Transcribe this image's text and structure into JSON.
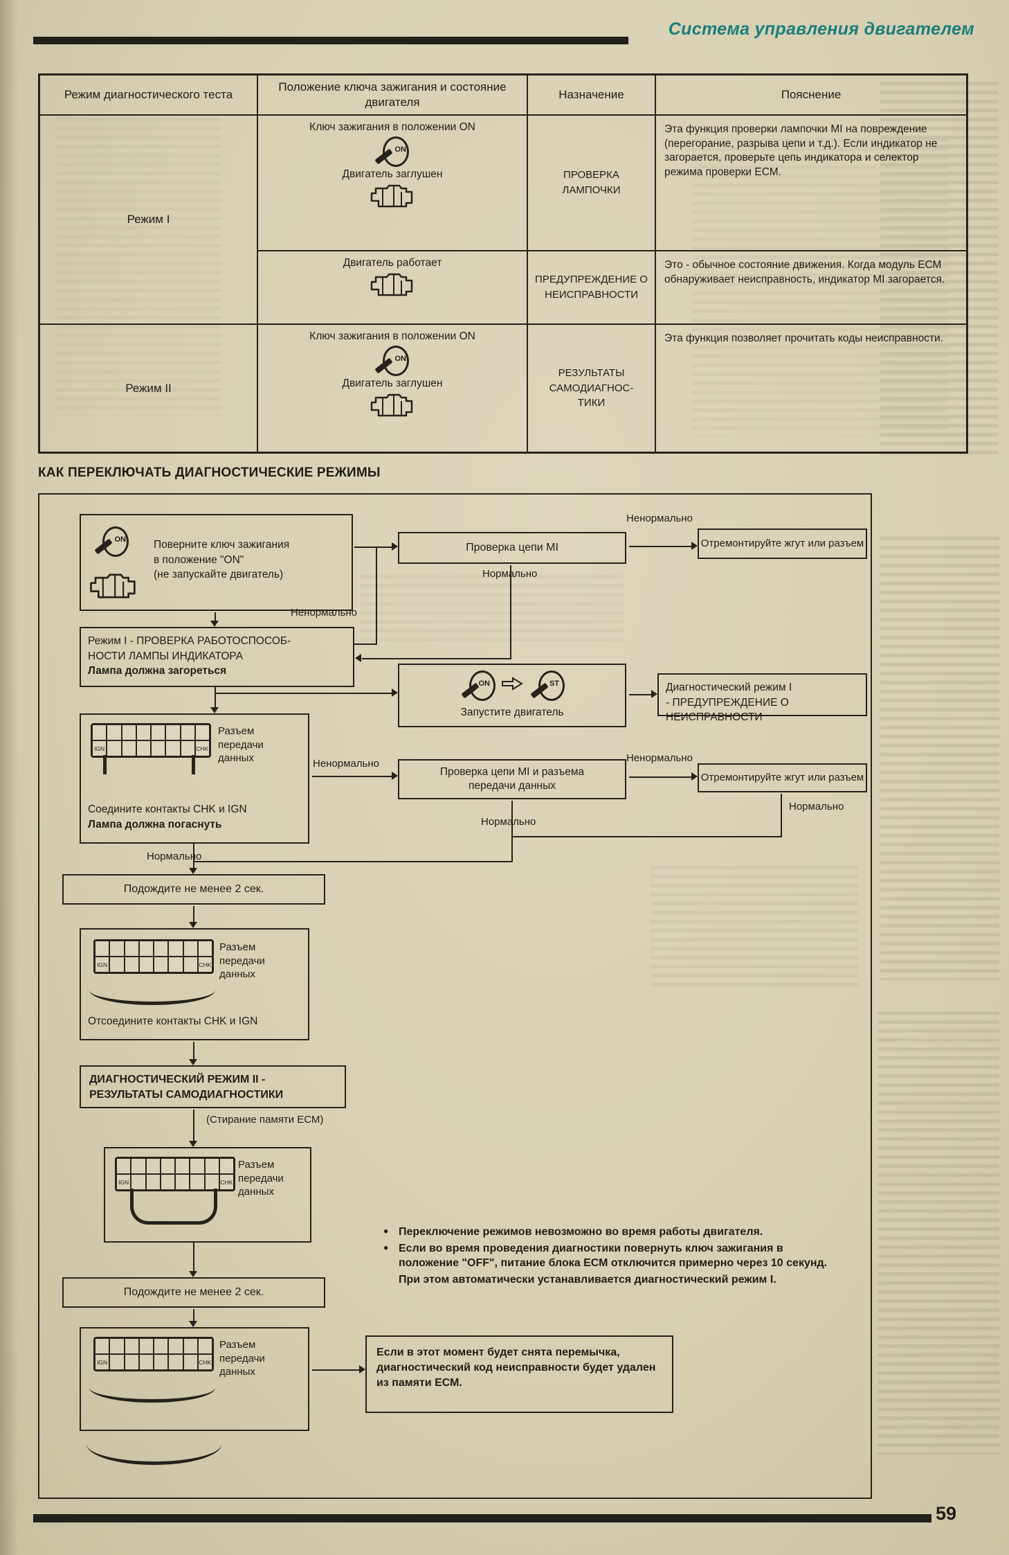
{
  "icons": {
    "key_on": "ON",
    "key_st": "ST",
    "bullet": "●"
  },
  "page": {
    "section_title": "Система управления двигателем",
    "page_number": "59",
    "chart_heading": "КАК ПЕРЕКЛЮЧАТЬ ДИАГНОСТИЧЕСКИЕ РЕЖИМЫ"
  },
  "table": {
    "headers": [
      "Режим диагностического теста",
      "Положение ключа зажигания и состояние двигателя",
      "Назначение",
      "Пояснение"
    ],
    "mode1": {
      "label": "Режим I",
      "key_on": "Ключ зажигания в положении ON",
      "engine_off": "Двигатель заглушен",
      "purpose1": "ПРОВЕРКА ЛАМПОЧКИ",
      "explain1": "Эта функция проверки лампочки MI на повреждение (перегорание, разрыва цепи и т.д.). Если индикатор не загорается, проверьте цепь индикатора и селектор режима проверки ЕСМ.",
      "engine_on": "Двигатель работает",
      "purpose2": "ПРЕДУПРЕЖДЕНИЕ О НЕИСПРАВНОСТИ",
      "explain2": "Это - обычное состояние движения. Когда модуль ЕСМ обнаруживает неисправность, индикатор MI загорается."
    },
    "mode2": {
      "label": "Режим II",
      "key_on": "Ключ зажигания в положении ON",
      "engine_off": "Двигатель заглушен",
      "purpose": "РЕЗУЛЬТАТЫ САМОДИАГНОС- ТИКИ",
      "explain": "Эта функция позволяет прочитать коды неисправности."
    }
  },
  "flowchart": {
    "labels": {
      "abnormal": "Ненормально",
      "normal": "Нормально"
    },
    "pins": {
      "ign": "IGN",
      "chk": "CHK"
    },
    "dlc_caption": "Разъем передачи данных",
    "start": {
      "l1": "Поверните ключ зажигания",
      "l2": "в положение \"ON\"",
      "l3": "(не запускайте двигатель)"
    },
    "mi_check": "Проверка цепи MI",
    "repair": "Отремонтируйте жгут или разъем",
    "mode1": {
      "l1": "Режим I - ПРОВЕРКА РАБОТОСПОСОБ-",
      "l2": "НОСТИ ЛАМПЫ ИНДИКАТОРА",
      "bold": "Лампа должна загореться"
    },
    "start_engine": "Запустите двигатель",
    "diag1": {
      "l1": "Диагностический режим I",
      "l2": "- ПРЕДУПРЕЖДЕНИЕ О НЕИСПРАВНОСТИ"
    },
    "connect": {
      "text": "Соедините контакты CHK и IGN",
      "bold": "Лампа должна погаснуть"
    },
    "mi_dlc": {
      "l1": "Проверка цепи MI и разъема",
      "l2": "передачи данных"
    },
    "wait": "Подождите не менее 2 сек.",
    "disconnect": "Отсоедините контакты CHK и IGN",
    "mode2": {
      "l1": "ДИАГНОСТИЧЕСКИЙ РЕЖИМ II -",
      "l2": "РЕЗУЛЬТАТЫ САМОДИАГНОСТИКИ"
    },
    "erase": "(Стирание памяти ЕСМ)",
    "notes": [
      {
        "text": "Переключение режимов невозможно во время работы двигателя."
      },
      {
        "text": "Если во время проведения диагностики повернуть ключ зажигания в положение \"OFF\", питание блока ЕСМ отключится примерно через 10 секунд."
      },
      {
        "text": "При этом автоматически устанавливается диагностический режим I."
      }
    ],
    "jumper_note": "Если в этот момент будет снята перемычка, диагностический код неисправности будет удален из памяти ЕСМ."
  }
}
